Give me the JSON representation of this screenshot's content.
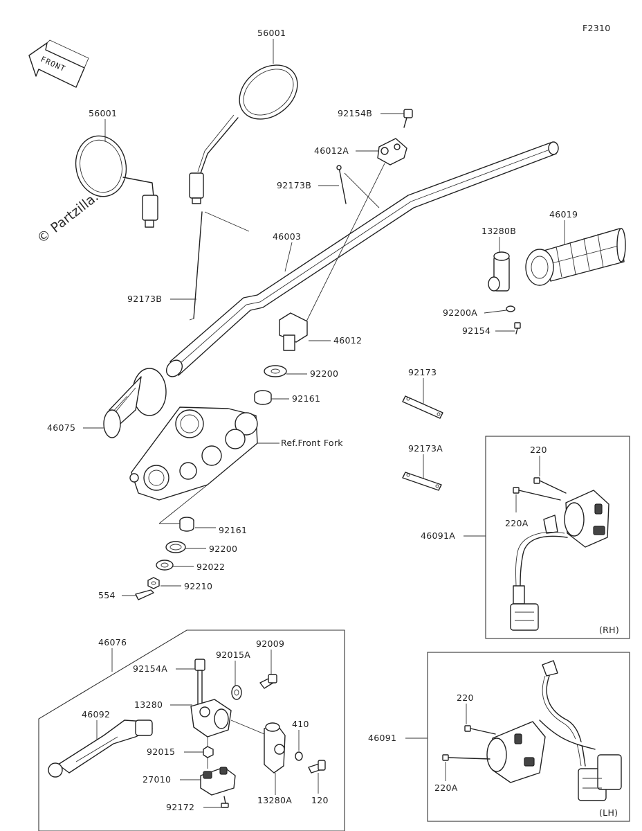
{
  "diagram_code": "F2310",
  "front_arrow_label": "FRONT",
  "watermark": "© Partzilla.com",
  "labels": {
    "mirror_right": "56001",
    "mirror_left": "56001",
    "bolt_92154B": "92154B",
    "holder_46012A": "46012A",
    "band_92173B_top": "92173B",
    "handlebar": "46003",
    "band_92173B_left": "92173B",
    "holder_46012": "46012",
    "washer_92200_top": "92200",
    "collar_92161_top": "92161",
    "grip_46075": "46075",
    "ref_front_fork": "Ref.Front Fork",
    "collar_92161_bottom": "92161",
    "washer_92200_bottom": "92200",
    "washer_92022": "92022",
    "nut_92210": "92210",
    "pin_554": "554",
    "holder_13280B": "13280B",
    "grip_46019": "46019",
    "screw_92200A": "92200A",
    "screw_92154": "92154",
    "band_92173": "92173",
    "band_92173A": "92173A",
    "screw_220_rh": "220",
    "screw_220A_rh": "220A",
    "switch_46091A": "46091A",
    "rh_caption": "(RH)",
    "lever_assy_46076": "46076",
    "bolt_92009": "92009",
    "washer_92015A": "92015A",
    "bolt_92154A": "92154A",
    "holder_13280": "13280",
    "lever_46092": "46092",
    "washer_410": "410",
    "nut_92015": "92015",
    "switch_27010": "27010",
    "holder_13280A": "13280A",
    "bolt_120": "120",
    "screw_92172": "92172",
    "screw_220_lh": "220",
    "switch_46091": "46091",
    "screw_220A_lh": "220A",
    "lh_caption": "(LH)"
  }
}
